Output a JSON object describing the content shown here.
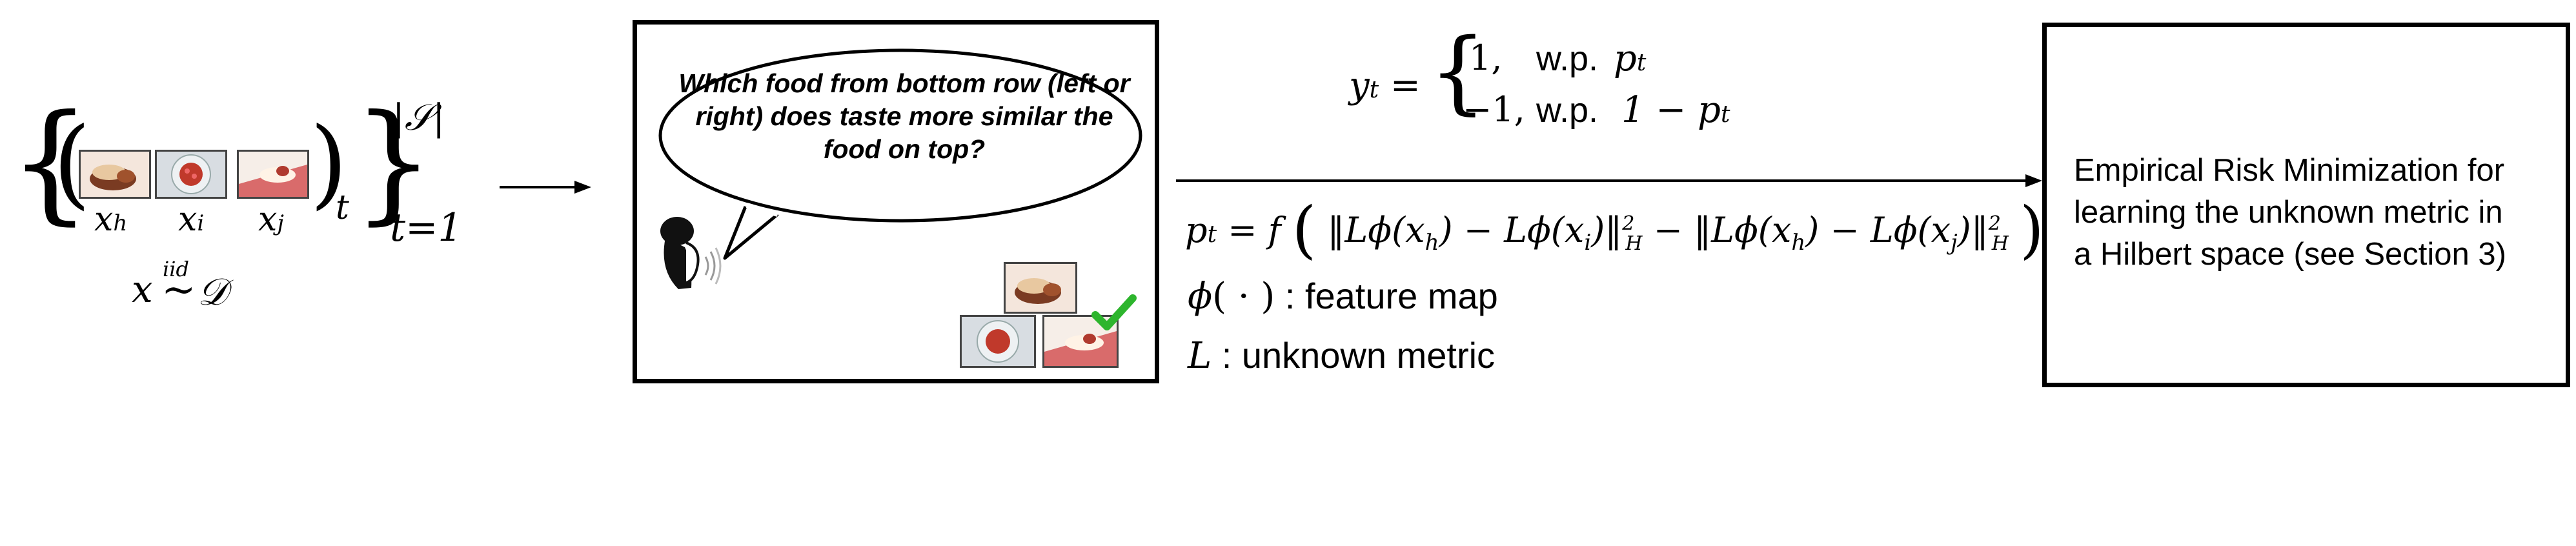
{
  "left": {
    "labels": [
      "h",
      "i",
      "j"
    ],
    "outer_sub": "t",
    "sup": "|𝒮|",
    "lower_limit": "t=1",
    "dist_text": "x",
    "dist_over": "iid",
    "dist_symbol": "~",
    "dist_target": "𝒟"
  },
  "dialog": {
    "question": "Which food from bottom row (left or right) does taste more similar the food on top?"
  },
  "label": {
    "y_lhs": "y",
    "y_sub": "t",
    "case1_val": "1,",
    "case1_wp": "w.p.",
    "case1_prob": "p",
    "case2_val": "−1,",
    "case2_wp": "w.p.",
    "case2_prob": "1 − p",
    "p_formula_lhs": "p",
    "feature_map_label": ": feature map",
    "unknown_metric_label": ": unknown metric"
  },
  "erm": {
    "line1": "Empirical Risk Minimization for",
    "line2": "learning the unknown metric in",
    "line3": "a Hilbert space (see Section 3)"
  },
  "colors": {
    "check": "#2db52d",
    "food_red": "#c0392b",
    "stroke": "#000000"
  }
}
